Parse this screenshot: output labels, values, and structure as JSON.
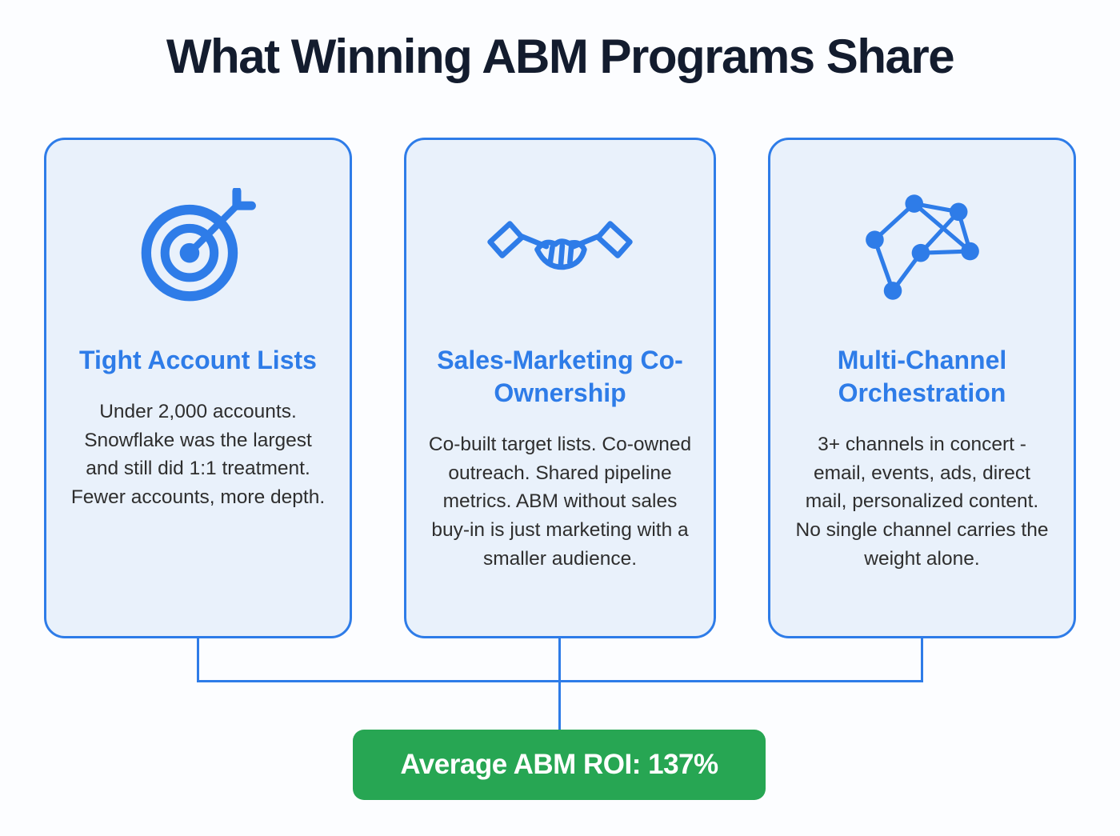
{
  "title": "What Winning ABM Programs Share",
  "cards": [
    {
      "icon": "target-icon",
      "heading": "Tight Account Lists",
      "body": "Under 2,000 accounts. Snowflake was the largest and still did 1:1 treatment. Fewer accounts, more depth."
    },
    {
      "icon": "handshake-icon",
      "heading": "Sales-Marketing Co-Ownership",
      "body": "Co-built target lists. Co-owned outreach. Shared pipeline metrics. ABM without sales buy-in is just marketing with a smaller audience."
    },
    {
      "icon": "network-icon",
      "heading": "Multi-Channel Orchestration",
      "body": "3+ channels in concert - email, events, ads, direct mail, personalized content. No single channel carries the weight alone."
    }
  ],
  "badge": {
    "label": "Average ABM ROI: 137%"
  },
  "colors": {
    "accent": "#2e7ce8",
    "card_background": "#e9f1fb",
    "badge_green": "#27a653",
    "title_text": "#131c2e",
    "body_text": "#2e2e2e"
  }
}
